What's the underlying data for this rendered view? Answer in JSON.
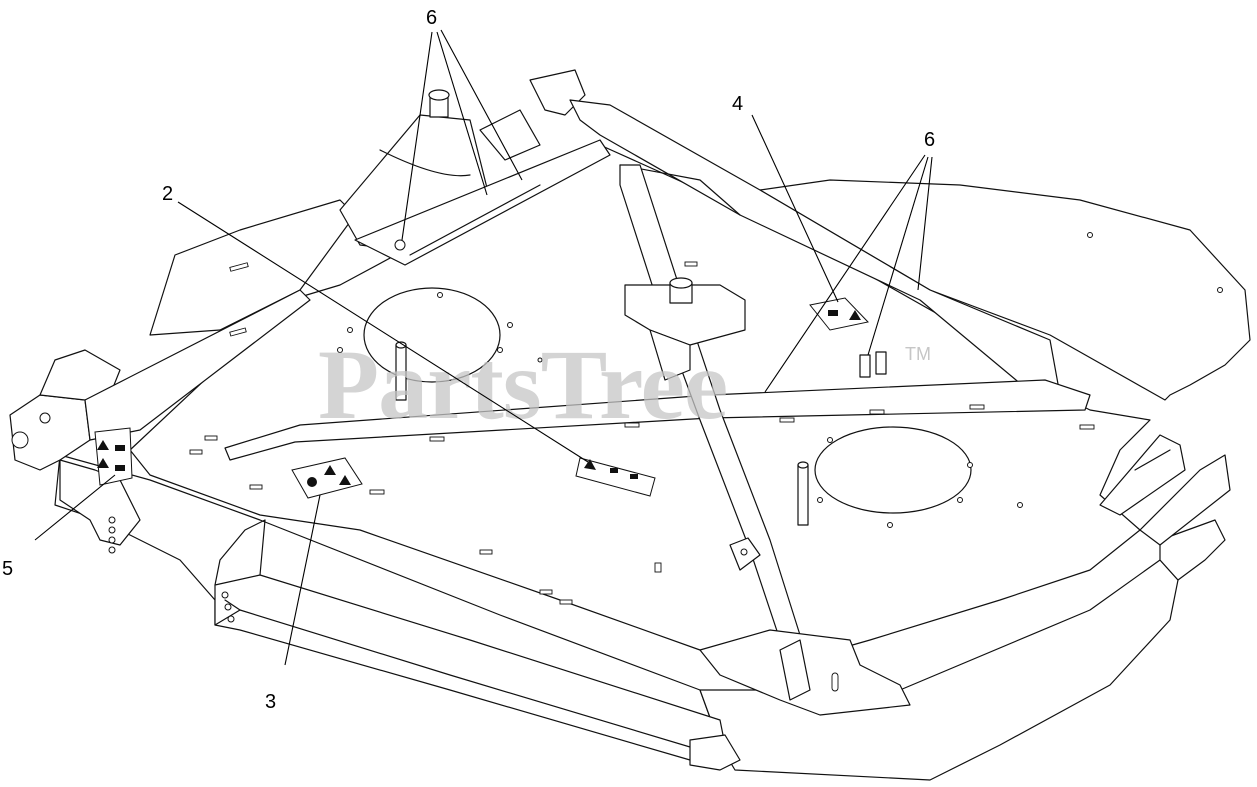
{
  "diagram": {
    "callouts": [
      {
        "label": "6"
      },
      {
        "label": "4"
      },
      {
        "label": "6"
      },
      {
        "label": "2"
      },
      {
        "label": "5"
      },
      {
        "label": "3"
      }
    ],
    "watermark": {
      "text": "PartsTree",
      "tm": "TM"
    }
  }
}
